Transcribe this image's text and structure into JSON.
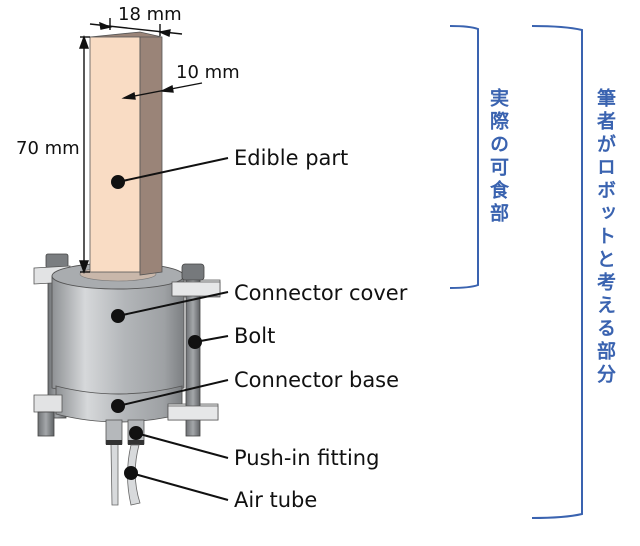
{
  "figure": {
    "dimensions": {
      "width_label": "18 mm",
      "depth_label": "10 mm",
      "height_label": "70 mm"
    },
    "callouts": [
      {
        "id": "edible-part",
        "label": "Edible part"
      },
      {
        "id": "connector-cover",
        "label": "Connector cover"
      },
      {
        "id": "bolt",
        "label": "Bolt"
      },
      {
        "id": "connector-base",
        "label": "Connector base"
      },
      {
        "id": "push-in-fitting",
        "label": "Push-in fitting"
      },
      {
        "id": "air-tube",
        "label": "Air tube"
      }
    ],
    "brackets": [
      {
        "id": "actual-edible",
        "text": "実際の可食部"
      },
      {
        "id": "robot-part",
        "text": "筆者がロボットと考える部分"
      }
    ],
    "colors": {
      "edible_front": "#f9dcc4",
      "edible_side": "#9a8478",
      "metal": "#b8bbbe",
      "bracket": "#3a63b0",
      "text": "#111111"
    }
  }
}
